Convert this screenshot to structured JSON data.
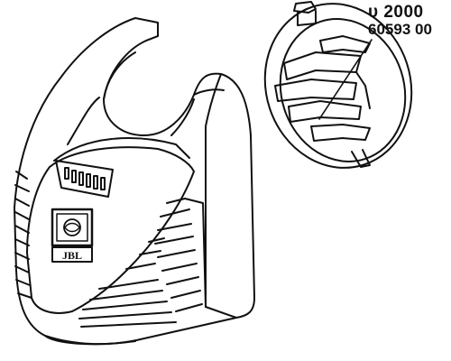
{
  "part_label": {
    "model": "υ 2000",
    "part_number": "60593 00"
  },
  "logo": {
    "text": "JBL"
  },
  "colors": {
    "line": "#111111",
    "background": "#ffffff"
  }
}
